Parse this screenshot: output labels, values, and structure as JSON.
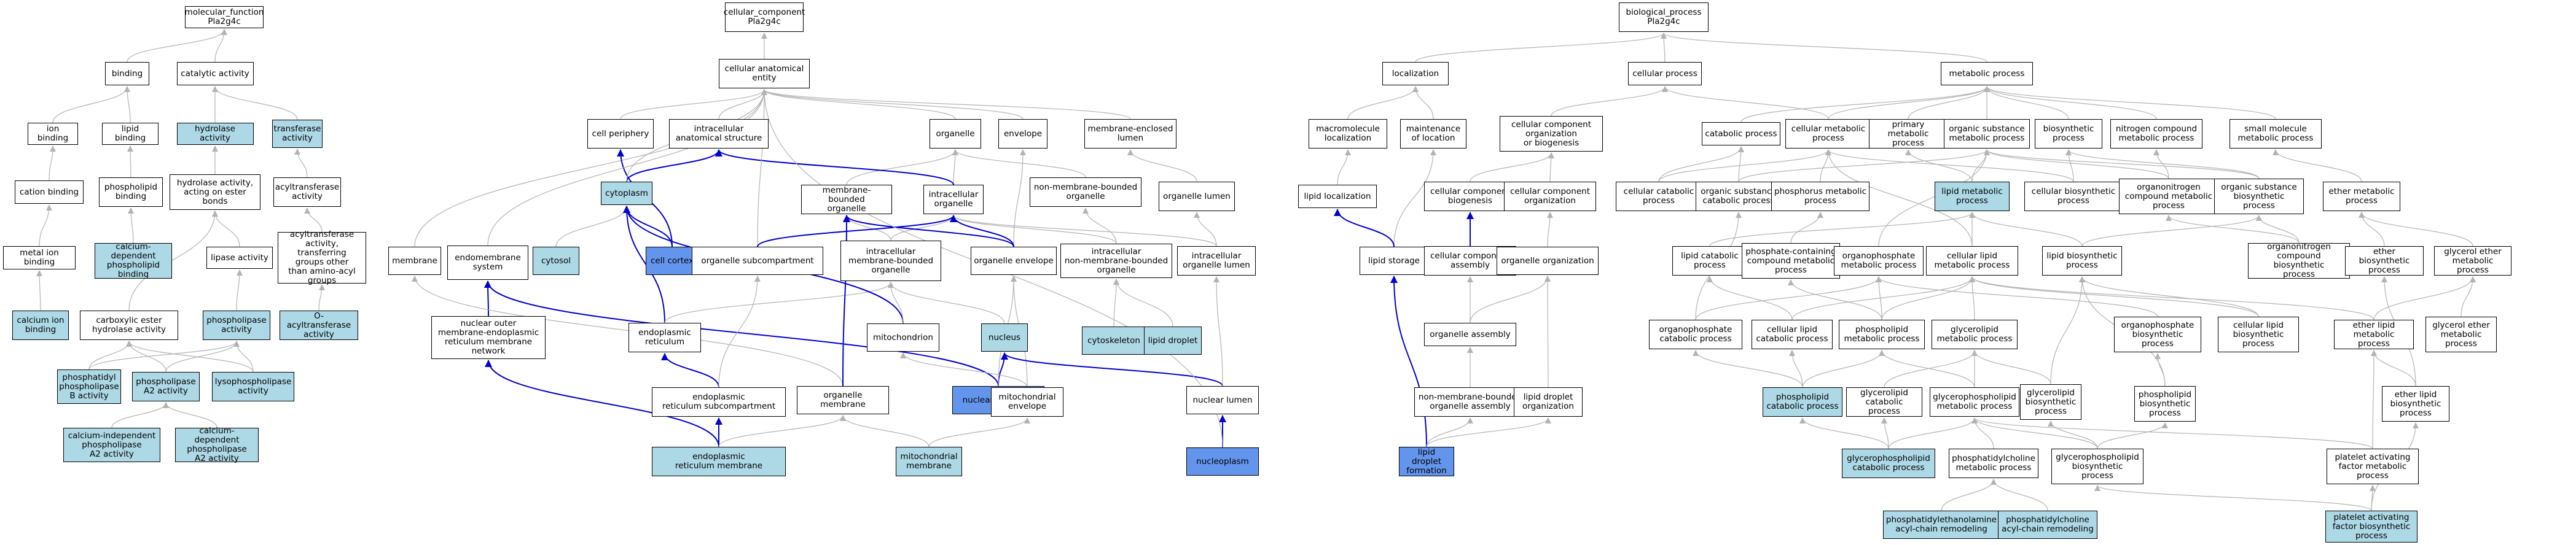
{
  "colors": {
    "node_default": "#ffffff",
    "node_highlight": "#add8e6",
    "node_strong": "#6495ed",
    "edge_gray": "#b3b3b3",
    "edge_blue": "#0000cd"
  },
  "nodes": {
    "mf_root": "molecular_function\nPla2g4c",
    "binding": "binding",
    "catalytic_activity": "catalytic activity",
    "ion_binding": "ion binding",
    "lipid_binding": "lipid binding",
    "hydrolase_activity": "hydrolase activity",
    "transferase_activity": "transferase\nactivity",
    "cation_binding": "cation binding",
    "phospholipid_binding": "phospholipid\nbinding",
    "hydrolase_ester": "hydrolase activity,\nacting on ester\nbonds",
    "acyltransferase_activity": "acyltransferase\nactivity",
    "metal_ion_binding": "metal ion binding",
    "ca_dep_phospholipid_binding": "calcium-dependent\nphospholipid\nbinding",
    "lipase_activity": "lipase activity",
    "acyltransferase_transferring": "acyltransferase\nactivity, transferring\ngroups other\nthan amino-acyl\ngroups",
    "calcium_ion_binding": "calcium ion\nbinding",
    "carboxylic_ester_hydrolase": "carboxylic ester\nhydrolase activity",
    "phospholipase_activity": "phospholipase\nactivity",
    "o_acyltransferase": "O-acyltransferase\nactivity",
    "phosphatidyl_plb": "phosphatidyl\nphospholipase\nB activity",
    "phospholipase_a2": "phospholipase\nA2 activity",
    "lysophospholipase": "lysophospholipase\nactivity",
    "ca_indep_pla2": "calcium-independent\nphospholipase\nA2 activity",
    "ca_dep_pla2": "calcium-dependent\nphospholipase\nA2 activity",
    "cc_root": "cellular_component\nPla2g4c",
    "cellular_anatomical_entity": "cellular anatomical\nentity",
    "cell_periphery": "cell periphery",
    "intracellular_anatomical": "intracellular\nanatomical structure",
    "organelle": "organelle",
    "envelope": "envelope",
    "membrane_enclosed_lumen": "membrane-enclosed\nlumen",
    "cytoplasm": "cytoplasm",
    "membrane_bounded_organelle": "membrane-bounded\norganelle",
    "intracellular_organelle": "intracellular\norganelle",
    "non_membrane_bounded_organelle": "non-membrane-bounded\norganelle",
    "organelle_lumen": "organelle lumen",
    "membrane": "membrane",
    "cytosol": "cytosol",
    "cell_cortex": "cell cortex",
    "endomembrane_system": "endomembrane\nsystem",
    "organelle_subcompartment": "organelle subcompartment",
    "intracellular_mbo": "intracellular\nmembrane-bounded\norganelle",
    "organelle_envelope": "organelle envelope",
    "intracellular_nmbo": "intracellular\nnon-membrane-bounded\norganelle",
    "intracellular_organelle_lumen": "intracellular\norganelle lumen",
    "nuclear_outer_membrane_er": "nuclear outer\nmembrane-endoplasmic\nreticulum membrane\nnetwork",
    "endoplasmic_reticulum": "endoplasmic\nreticulum",
    "mitochondrion": "mitochondrion",
    "nucleus": "nucleus",
    "cytoskeleton": "cytoskeleton",
    "lipid_droplet": "lipid droplet",
    "nuclear_envelope": "nuclear envelope",
    "er_subcompartment": "endoplasmic\nreticulum subcompartment",
    "organelle_membrane": "organelle membrane",
    "mitochondrial_envelope": "mitochondrial\nenvelope",
    "nuclear_lumen": "nuclear lumen",
    "er_membrane": "endoplasmic\nreticulum membrane",
    "mitochondrial_membrane": "mitochondrial\nmembrane",
    "nucleoplasm": "nucleoplasm",
    "bp_root": "biological_process\nPla2g4c",
    "localization": "localization",
    "cellular_process": "cellular process",
    "metabolic_process": "metabolic process",
    "macromolecule_localization": "macromolecule\nlocalization",
    "maintenance_of_location": "maintenance\nof location",
    "cc_org_or_biogenesis": "cellular component\norganization\nor biogenesis",
    "catabolic_process": "catabolic process",
    "cellular_metabolic_process": "cellular metabolic\nprocess",
    "primary_metabolic_process": "primary metabolic\nprocess",
    "organic_substance_metabolic": "organic substance\nmetabolic process",
    "biosynthetic_process": "biosynthetic\nprocess",
    "nitrogen_compound_metabolic": "nitrogen compound\nmetabolic process",
    "small_molecule_metabolic": "small molecule\nmetabolic process",
    "lipid_localization": "lipid localization",
    "cc_biogenesis": "cellular component\nbiogenesis",
    "cc_organization": "cellular component\norganization",
    "cellular_catabolic_process": "cellular catabolic\nprocess",
    "organic_substance_catabolic": "organic substance\ncatabolic process",
    "phosphorus_metabolic": "phosphorus metabolic\nprocess",
    "lipid_metabolic_process": "lipid metabolic\nprocess",
    "cellular_biosynthetic_process": "cellular biosynthetic\nprocess",
    "organonitrogen_metabolic": "organonitrogen\ncompound metabolic\nprocess",
    "organic_substance_biosynthetic": "organic substance\nbiosynthetic\nprocess",
    "ether_metabolic_process": "ether metabolic\nprocess",
    "lipid_storage": "lipid storage",
    "cc_assembly": "cellular component\nassembly",
    "organelle_organization": "organelle organization",
    "lipid_catabolic_process": "lipid catabolic\nprocess",
    "phosphate_containing_metabolic": "phosphate-containing\ncompound metabolic\nprocess",
    "organophosphate_metabolic": "organophosphate\nmetabolic process",
    "cellular_lipid_metabolic": "cellular lipid\nmetabolic process",
    "lipid_biosynthetic_process": "lipid biosynthetic\nprocess",
    "organonitrogen_biosynthetic": "organonitrogen\ncompound biosynthetic\nprocess",
    "ether_biosynthetic_process": "ether biosynthetic\nprocess",
    "glycerol_ether_metabolic": "glycerol ether\nmetabolic process",
    "organelle_assembly": "organelle assembly",
    "organophosphate_catabolic": "organophosphate\ncatabolic process",
    "cellular_lipid_catabolic": "cellular lipid\ncatabolic process",
    "phospholipid_metabolic": "phospholipid\nmetabolic process",
    "glycerolipid_metabolic": "glycerolipid\nmetabolic process",
    "organophosphate_biosynthetic": "organophosphate\nbiosynthetic\nprocess",
    "cellular_lipid_biosynthetic": "cellular lipid\nbiosynthetic\nprocess",
    "ether_lipid_metabolic": "ether lipid\nmetabolic process",
    "glycerol_ether_metabolic_2": "glycerol ether\nmetabolic process",
    "nmbo_assembly": "non-membrane-bounded\norganelle assembly",
    "lipid_droplet_organization": "lipid droplet\norganization",
    "phospholipid_catabolic": "phospholipid\ncatabolic process",
    "glycerolipid_catabolic": "glycerolipid\ncatabolic process",
    "glycerophospholipid_metabolic": "glycerophospholipid\nmetabolic process",
    "glycerolipid_biosynthetic": "glycerolipid\nbiosynthetic\nprocess",
    "phospholipid_biosynthetic": "phospholipid\nbiosynthetic\nprocess",
    "ether_lipid_biosynthetic": "ether lipid\nbiosynthetic\nprocess",
    "lipid_droplet_formation": "lipid droplet\nformation",
    "glycerophospholipid_catabolic": "glycerophospholipid\ncatabolic process",
    "phosphatidylcholine_metabolic": "phosphatidylcholine\nmetabolic process",
    "glycerophospholipid_biosynthetic": "glycerophospholipid\nbiosynthetic\nprocess",
    "platelet_activating_metabolic": "platelet activating\nfactor metabolic\nprocess",
    "pe_acyl_chain_remodeling": "phosphatidylethanolamine\nacyl-chain remodeling",
    "pc_acyl_chain_remodeling": "phosphatidylcholine\nacyl-chain remodeling",
    "platelet_activating_biosynthetic": "platelet activating\nfactor biosynthetic\nprocess"
  }
}
